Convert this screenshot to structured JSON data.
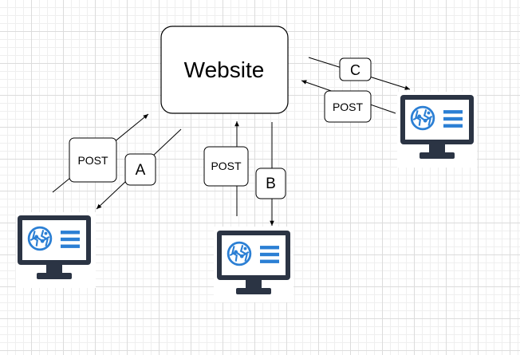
{
  "diagram": {
    "website_label": "Website",
    "labels": {
      "post_a": "POST",
      "a": "A",
      "post_b": "POST",
      "b": "B",
      "c": "C",
      "post_c": "POST"
    }
  },
  "colors": {
    "monitor_dark": "#2b3444",
    "screen_light": "#ffffff",
    "globe_blue": "#2b7fd4",
    "stroke": "#000000",
    "label_bg": "#ffffff"
  },
  "icons": [
    "monitor-icon",
    "globe-icon",
    "list-lines-icon"
  ]
}
